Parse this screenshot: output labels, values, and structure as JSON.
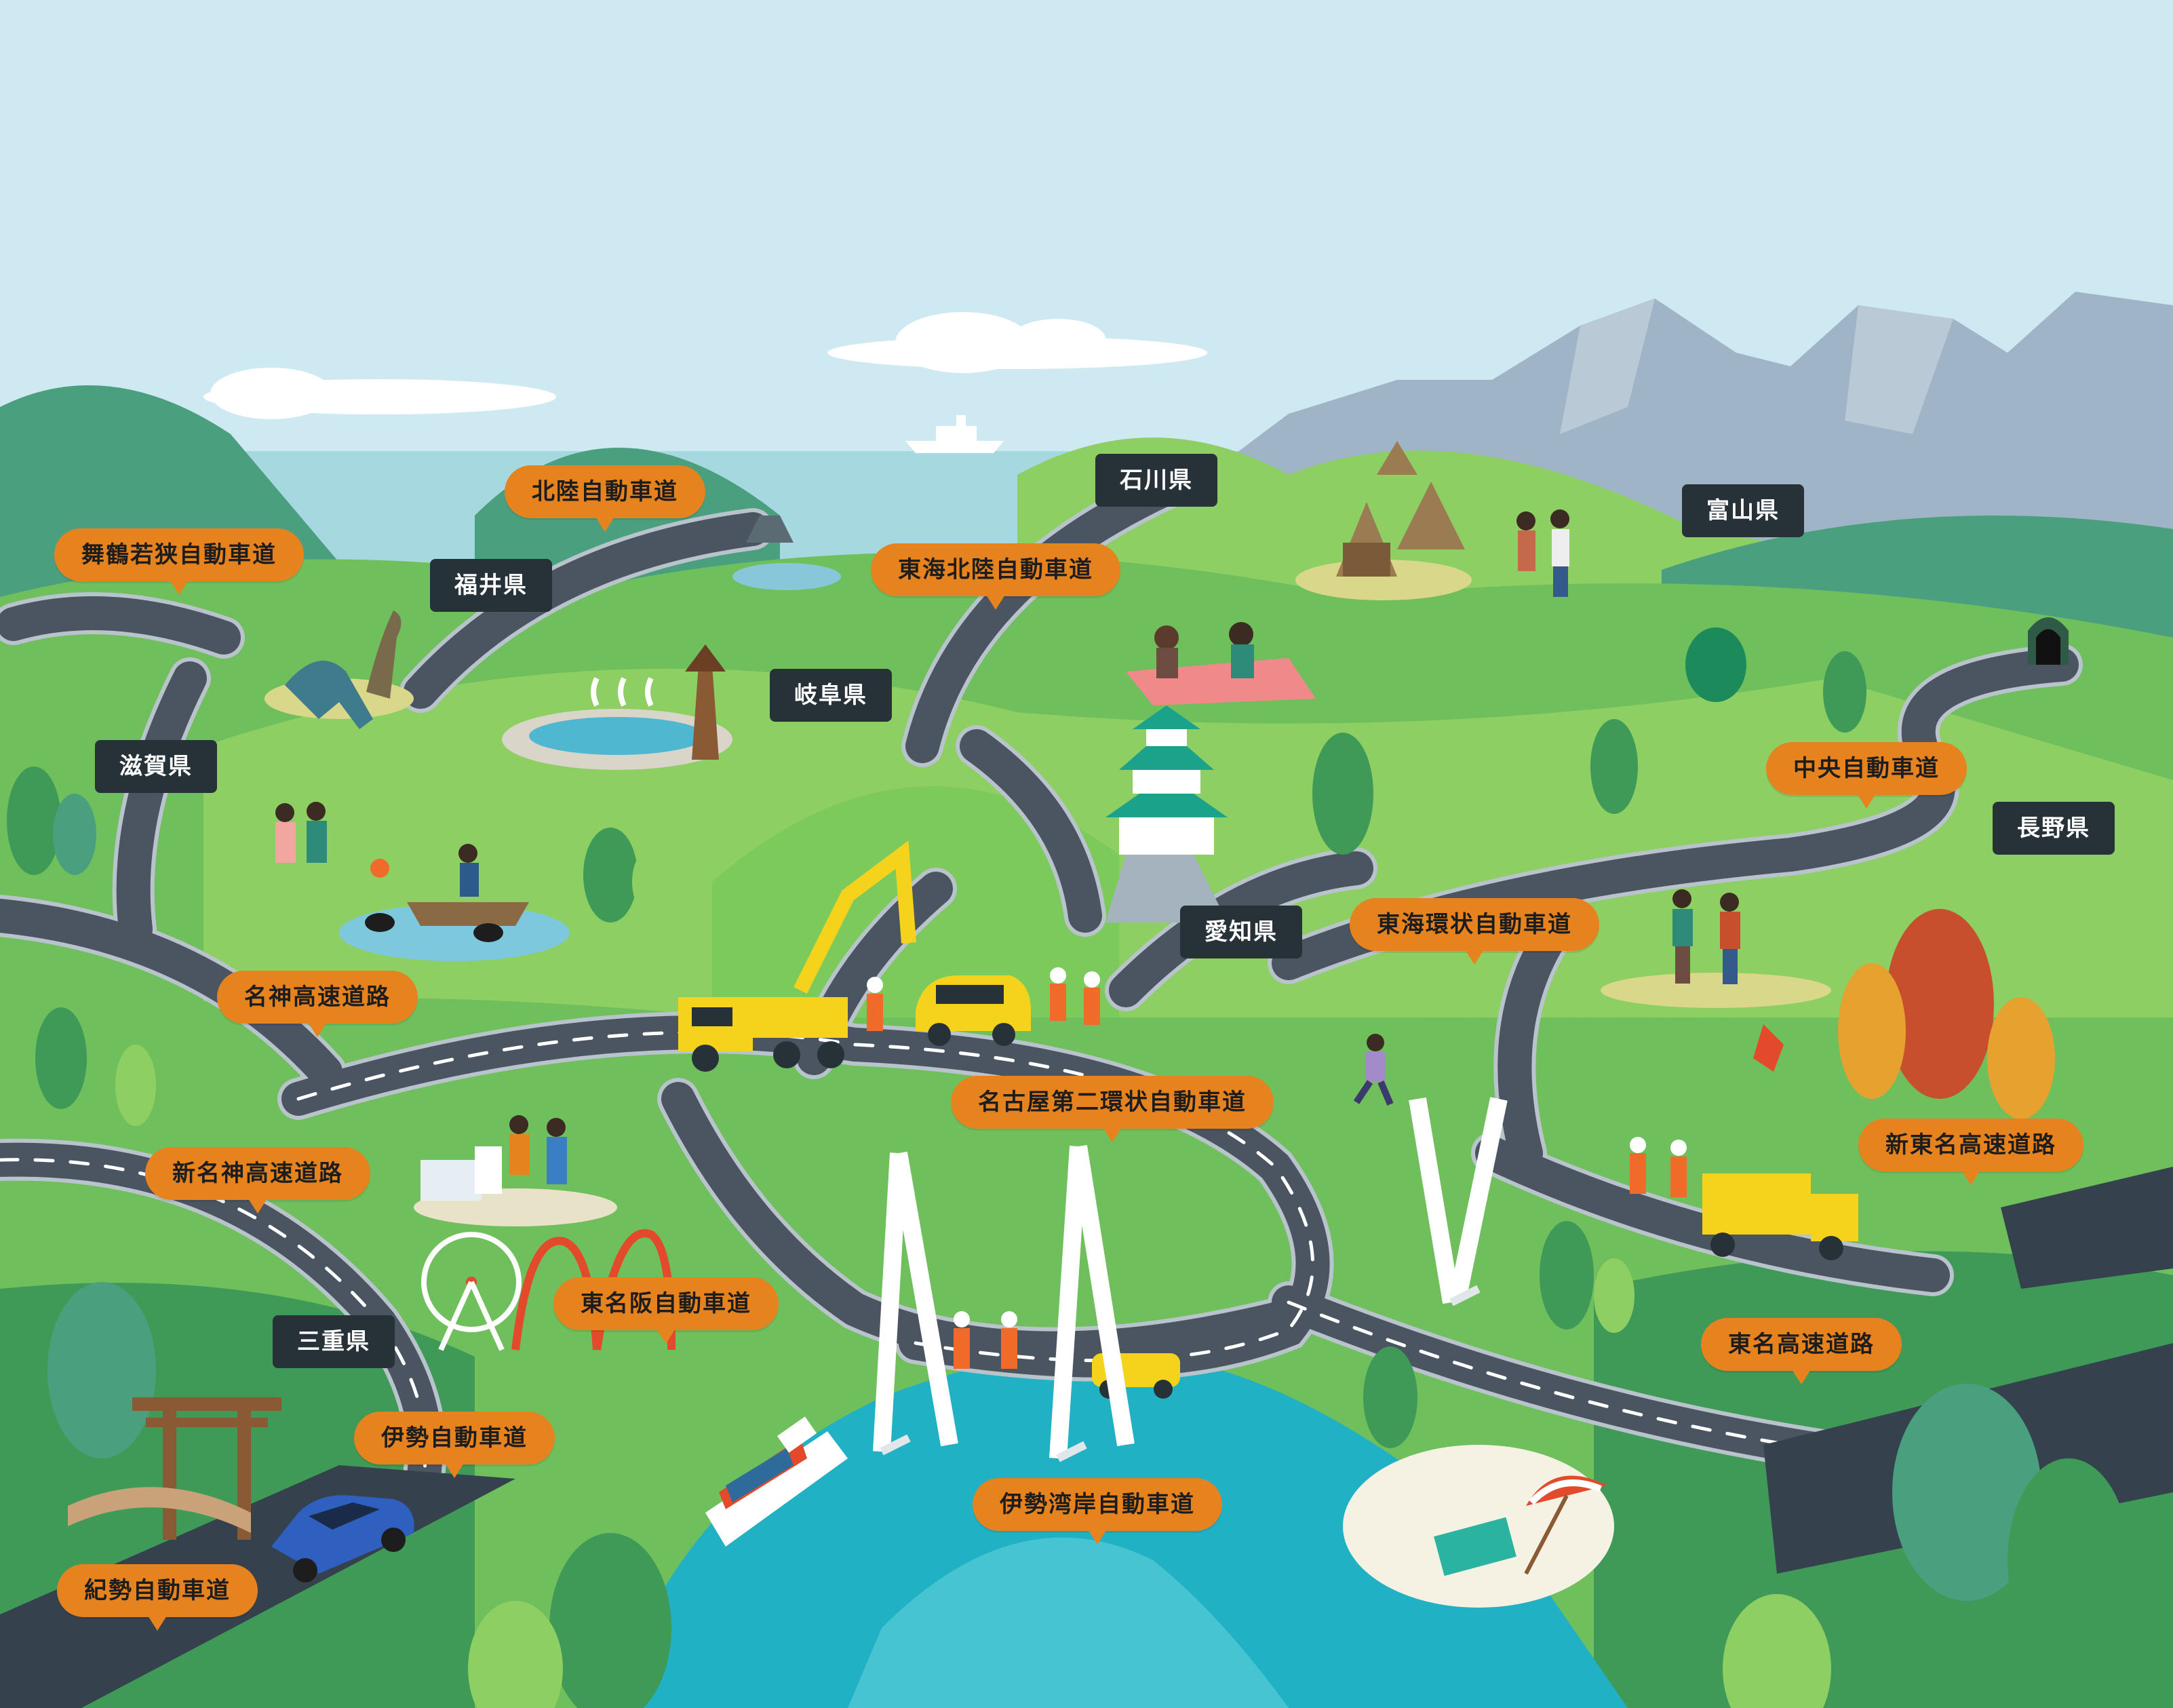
{
  "map": {
    "colors": {
      "sky": "#cfe9f3",
      "sea": "#a6d8e0",
      "far_mountain": "#9fb4c6",
      "hill_dark": "#4aa07e",
      "hill_mid": "#6fbf5d",
      "hill_light": "#9fd16a",
      "road": "#4a5561",
      "road_edge": "#b9c3cc",
      "river": "#21b1c4",
      "highway_label": "#e6831f",
      "prefecture_label": "#263238"
    },
    "highways": [
      {
        "id": "maizuru-wakasa",
        "name": "舞鶴若狭自動車道"
      },
      {
        "id": "hokuriku",
        "name": "北陸自動車道"
      },
      {
        "id": "tokai-hokuriku",
        "name": "東海北陸自動車道"
      },
      {
        "id": "chuo",
        "name": "中央自動車道"
      },
      {
        "id": "tokai-kanjo",
        "name": "東海環状自動車道"
      },
      {
        "id": "meishin",
        "name": "名神高速道路"
      },
      {
        "id": "nagoya-daini-kanjo",
        "name": "名古屋第二環状自動車道"
      },
      {
        "id": "shin-meishin",
        "name": "新名神高速道路"
      },
      {
        "id": "shin-tomei",
        "name": "新東名高速道路"
      },
      {
        "id": "higashi-meihan",
        "name": "東名阪自動車道"
      },
      {
        "id": "tomei",
        "name": "東名高速道路"
      },
      {
        "id": "ise",
        "name": "伊勢自動車道"
      },
      {
        "id": "isewangan",
        "name": "伊勢湾岸自動車道"
      },
      {
        "id": "kisei",
        "name": "紀勢自動車道"
      }
    ],
    "prefectures": [
      {
        "id": "ishikawa",
        "name": "石川県"
      },
      {
        "id": "toyama",
        "name": "富山県"
      },
      {
        "id": "fukui",
        "name": "福井県"
      },
      {
        "id": "gifu",
        "name": "岐阜県"
      },
      {
        "id": "shiga",
        "name": "滋賀県"
      },
      {
        "id": "nagano",
        "name": "長野県"
      },
      {
        "id": "aichi",
        "name": "愛知県"
      },
      {
        "id": "mie",
        "name": "三重県"
      }
    ],
    "icons": [
      "ship-icon",
      "dinosaur-icon",
      "hot-spring-icon",
      "lighthouse-icon",
      "gassho-house-icon",
      "picnic-icon",
      "castle-icon",
      "tunnel-icon",
      "hikers-icon",
      "excavator-truck-icon",
      "maintenance-car-icon",
      "workers-icon",
      "runner-icon",
      "cable-bridge-icon",
      "cargo-ship-icon",
      "ferris-wheel-icon",
      "roller-coaster-icon",
      "shoppers-icon",
      "torii-icon",
      "blue-car-icon",
      "beach-umbrella-icon",
      "autumn-trees-icon",
      "cormorant-fishing-icon"
    ]
  }
}
